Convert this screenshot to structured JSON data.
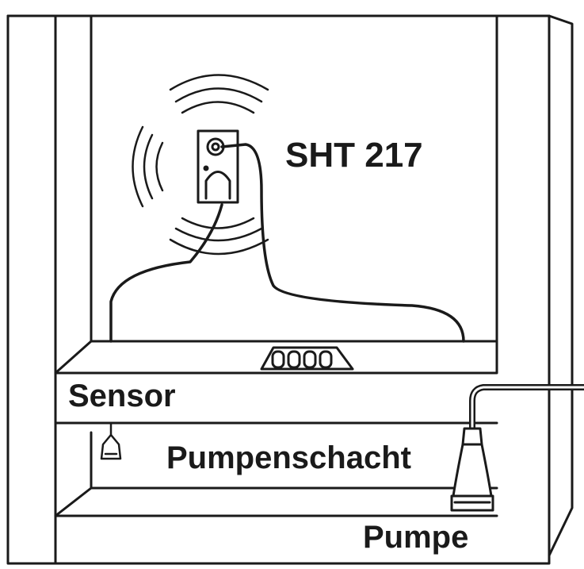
{
  "labels": {
    "device": "SHT 217",
    "sensor": "Sensor",
    "shaft": "Pumpenschacht",
    "pump": "Pumpe"
  },
  "colors": {
    "line": "#1a1a1a",
    "background": "#ffffff"
  }
}
